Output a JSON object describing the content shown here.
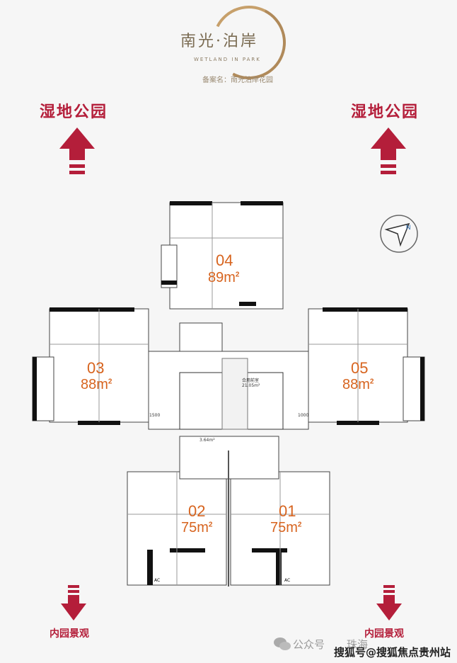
{
  "header": {
    "logo_title": "南光·泊岸",
    "logo_subtitle": "WETLAND IN PARK",
    "registration": "备案名：南光泊岸花园"
  },
  "directions": {
    "top_left": "湿地公园",
    "top_right": "湿地公园",
    "bottom_left": "内园景观",
    "bottom_right": "内园景观"
  },
  "compass": {
    "north_label": "N"
  },
  "units": [
    {
      "no": "04",
      "area": "89m"
    },
    {
      "no": "03",
      "area": "88m"
    },
    {
      "no": "05",
      "area": "88m"
    },
    {
      "no": "02",
      "area": "75m"
    },
    {
      "no": "01",
      "area": "75m"
    }
  ],
  "area_superscript": "2",
  "plan_labels": {
    "lobby": "合用前室",
    "lobby_area": "21.05m²",
    "corridor_area": "3.64m²",
    "ac": "AC",
    "dim_left": "1500",
    "dim_right": "1000"
  },
  "footer": {
    "wechat": "公众号",
    "city": "珠海",
    "watermark": "搜狐号@搜狐焦点贵州站"
  },
  "colors": {
    "accent_red": "#b41e3a",
    "unit_orange": "#d7641f",
    "logo_gold": "#b08a5a"
  }
}
